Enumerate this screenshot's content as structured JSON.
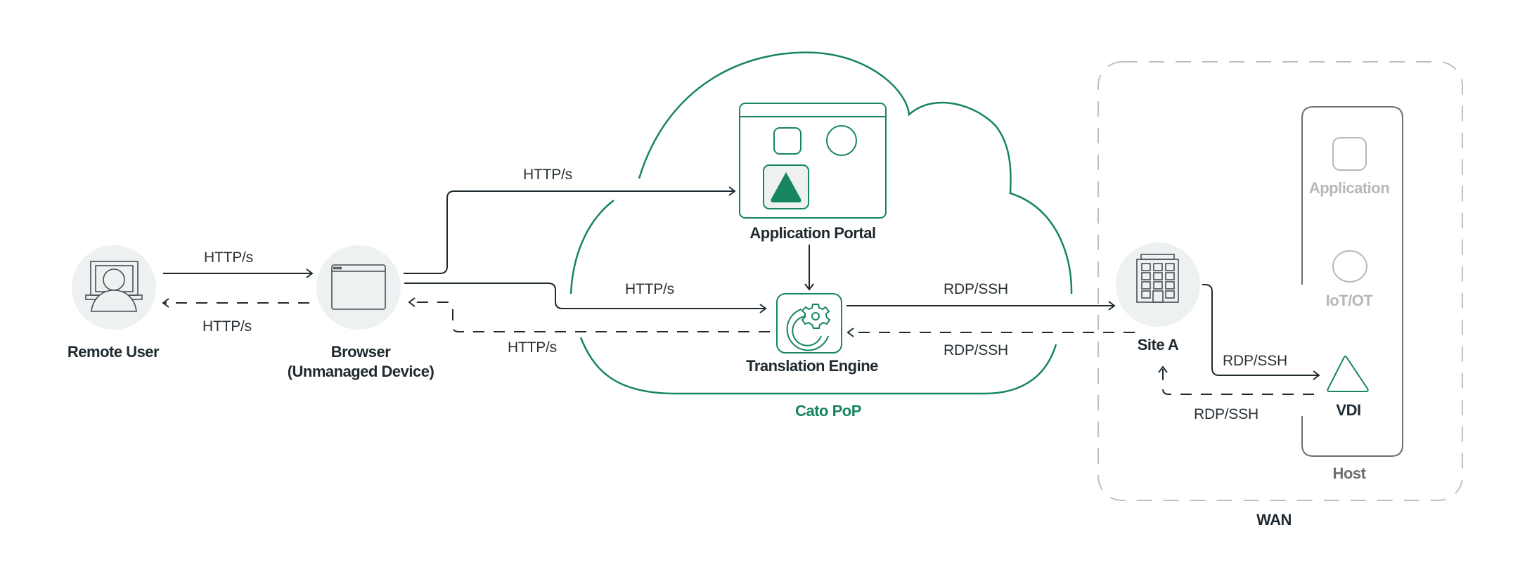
{
  "colors": {
    "accent_green": "#17855e",
    "line_dark": "#1f2a30",
    "node_bg": "#eef1f1",
    "muted_grey": "#b5b8ba",
    "container_grey": "#6b6f72"
  },
  "nodes": {
    "remote_user": {
      "label": "Remote User",
      "icon": "user-at-computer-icon"
    },
    "browser": {
      "label_line1": "Browser",
      "label_line2": "(Unmanaged Device)",
      "icon": "browser-window-icon"
    },
    "application_portal": {
      "label": "Application Portal",
      "icon": "app-portal-window-icon"
    },
    "translation_engine": {
      "label": "Translation Engine",
      "icon": "gear-translation-icon"
    },
    "site_a": {
      "label": "Site A",
      "icon": "office-building-icon"
    },
    "application": {
      "label": "Application",
      "icon": "rounded-square-icon"
    },
    "iot_ot": {
      "label": "IoT/OT",
      "icon": "circle-icon"
    },
    "vdi": {
      "label": "VDI",
      "icon": "triangle-icon"
    }
  },
  "groups": {
    "cato_pop": {
      "label": "Cato PoP"
    },
    "host": {
      "label": "Host"
    },
    "wan": {
      "label": "WAN"
    }
  },
  "connections": [
    {
      "id": "user-to-browser",
      "label": "HTTP/s",
      "style": "solid"
    },
    {
      "id": "browser-to-user",
      "label": "HTTP/s",
      "style": "dashed"
    },
    {
      "id": "browser-to-portal",
      "label": "HTTP/s",
      "style": "solid"
    },
    {
      "id": "browser-to-engine",
      "label": "HTTP/s",
      "style": "solid"
    },
    {
      "id": "engine-to-browser",
      "label": "HTTP/s",
      "style": "dashed"
    },
    {
      "id": "portal-to-engine",
      "label": "",
      "style": "solid"
    },
    {
      "id": "engine-to-site",
      "label": "RDP/SSH",
      "style": "solid"
    },
    {
      "id": "site-to-engine",
      "label": "RDP/SSH",
      "style": "dashed"
    },
    {
      "id": "site-to-vdi",
      "label": "RDP/SSH",
      "style": "solid"
    },
    {
      "id": "vdi-to-site",
      "label": "RDP/SSH",
      "style": "dashed"
    }
  ]
}
